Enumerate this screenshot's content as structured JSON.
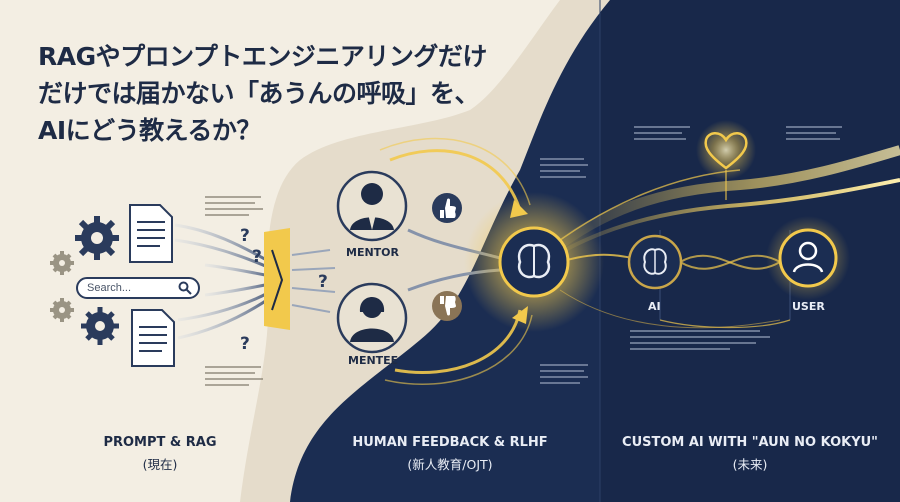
{
  "title": {
    "line1": "RAGやプロンプトエンジニアリングだけ",
    "line2": "だけでは届かない「あうんの呼吸」を、",
    "line3": "AIにどう教えるか？"
  },
  "search": {
    "placeholder": "Search..."
  },
  "question_marks": [
    "?",
    "?",
    "?",
    "?"
  ],
  "nodes": {
    "mentor": "MENTOR",
    "mentee": "MENTEE",
    "ai": "AI",
    "user": "USER"
  },
  "sections": [
    {
      "label": "PROMPT & RAG",
      "sub": "(現在)"
    },
    {
      "label": "HUMAN  FEEDBACK & RLHF",
      "sub": "(新人教育/OJT)"
    },
    {
      "label": "CUSTOM AI WITH \"AUN NO KOKYU\"",
      "sub": "(未来)"
    }
  ],
  "colors": {
    "cream": "#f3eee3",
    "beige": "#e5dccb",
    "navy": "#1b2d52",
    "navy_dark": "#142242",
    "gold": "#f2c94c",
    "ink": "#1e2b45"
  },
  "icons": [
    "gear-icon",
    "document-icon",
    "search-icon",
    "mentor-avatar-icon",
    "mentee-avatar-icon",
    "thumbs-up-icon",
    "thumbs-down-icon",
    "brain-icon",
    "heart-icon",
    "user-icon"
  ]
}
